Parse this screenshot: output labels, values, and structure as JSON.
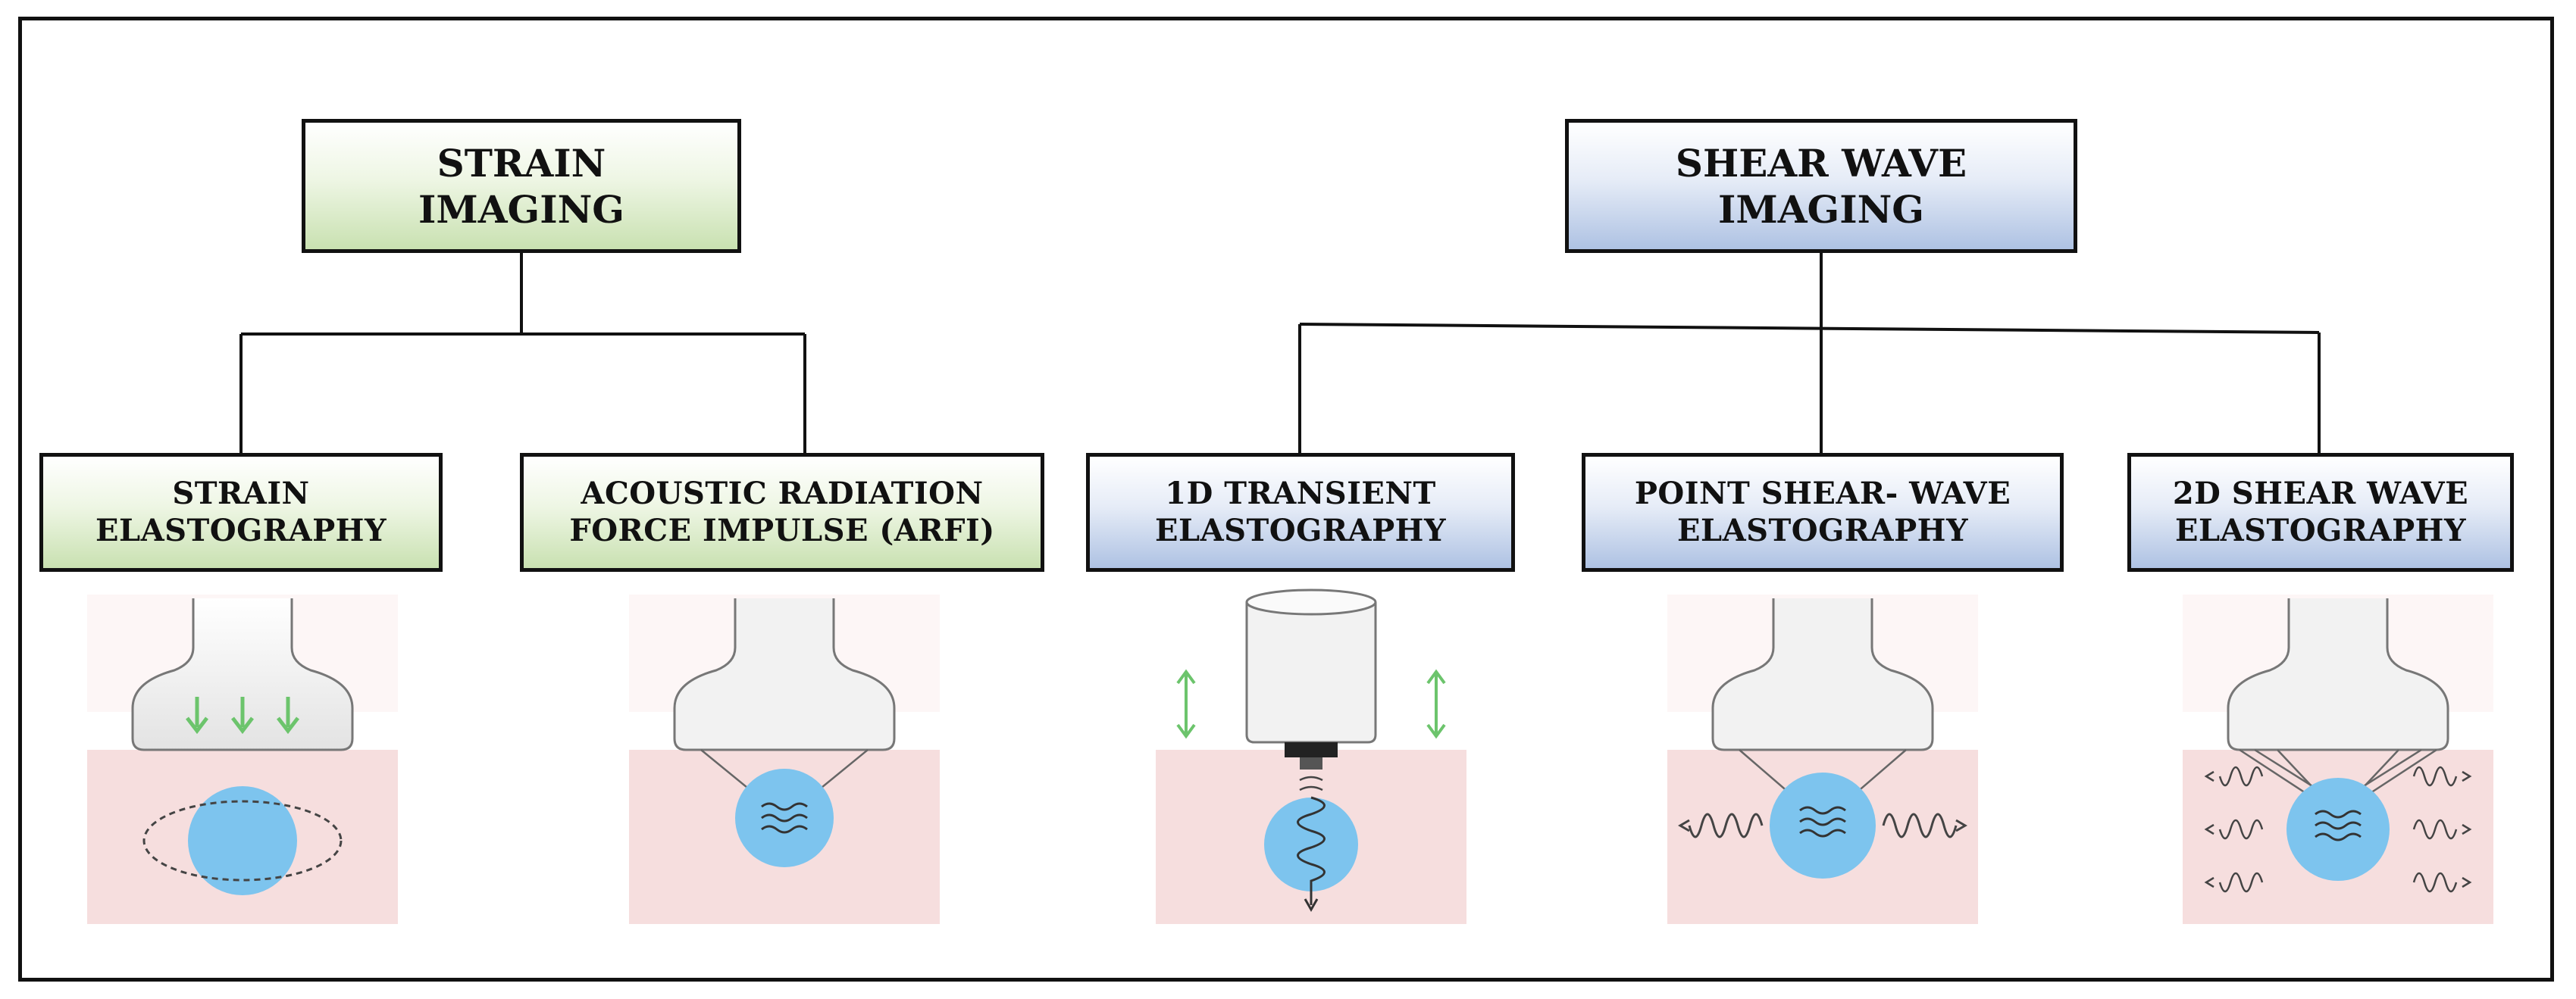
{
  "headings": {
    "strain": "STRAIN\nIMAGING",
    "shear": "SHEAR WAVE\nIMAGING"
  },
  "methods": [
    {
      "group": "strain",
      "label": "STRAIN\nELASTOGRAPHY",
      "illustration": "manual-compression"
    },
    {
      "group": "strain",
      "label": "ACOUSTIC RADIATION\nFORCE IMPULSE (ARFI)",
      "illustration": "focused-push"
    },
    {
      "group": "shear",
      "label": "1D TRANSIENT\nELASTOGRAPHY",
      "illustration": "vibrating-piston"
    },
    {
      "group": "shear",
      "label": "POINT SHEAR- WAVE\nELASTOGRAPHY",
      "illustration": "single-focus-shear-waves"
    },
    {
      "group": "shear",
      "label": "2D SHEAR WAVE\nELASTOGRAPHY",
      "illustration": "multi-focus-shear-waves"
    }
  ],
  "colors": {
    "strain_box": "#c9e1b1",
    "shear_box": "#aec2e3",
    "tissue": "#f6dede",
    "lesion": "#7dc4ee",
    "arrow_green": "#6cc46c"
  }
}
